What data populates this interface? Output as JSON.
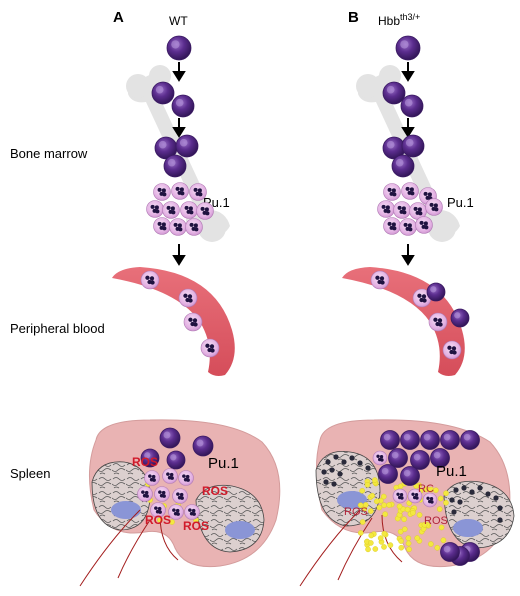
{
  "panels": {
    "a": {
      "letter": "A",
      "genotype": "WT"
    },
    "b": {
      "letter": "B",
      "genotype_base": "Hbb",
      "genotype_sup": "th3/+"
    }
  },
  "rows": {
    "bone_marrow": "Bone marrow",
    "peripheral_blood": "Peripheral blood",
    "spleen": "Spleen"
  },
  "marker": "Pu.1",
  "ros": "ROS",
  "ros_partial": "RC",
  "colors": {
    "progenitor": "#5b2d8e",
    "neutrophil_cytoplasm": "#e6b8e6",
    "vessel": "#e06670",
    "spleen": "#e9b3b3",
    "bone": "#e3e3e3",
    "ros_particle": "#f3e840",
    "ros_text": "#d11a2a"
  }
}
